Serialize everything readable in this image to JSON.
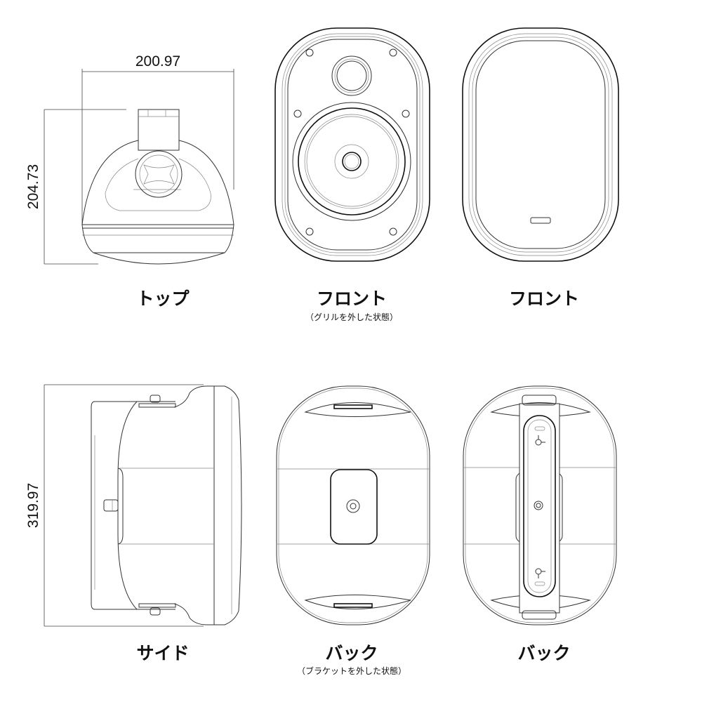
{
  "dimensions": {
    "top_width": "200.97",
    "top_height": "204.73",
    "side_height": "319.97"
  },
  "views": {
    "top": {
      "label": "トップ"
    },
    "front_no_grille": {
      "label": "フロント",
      "note": "（グリルを外した状態）"
    },
    "front": {
      "label": "フロント"
    },
    "side": {
      "label": "サイド"
    },
    "back_no_bracket": {
      "label": "バック",
      "note": "（ブラケットを外した状態）"
    },
    "back": {
      "label": "バック"
    }
  }
}
